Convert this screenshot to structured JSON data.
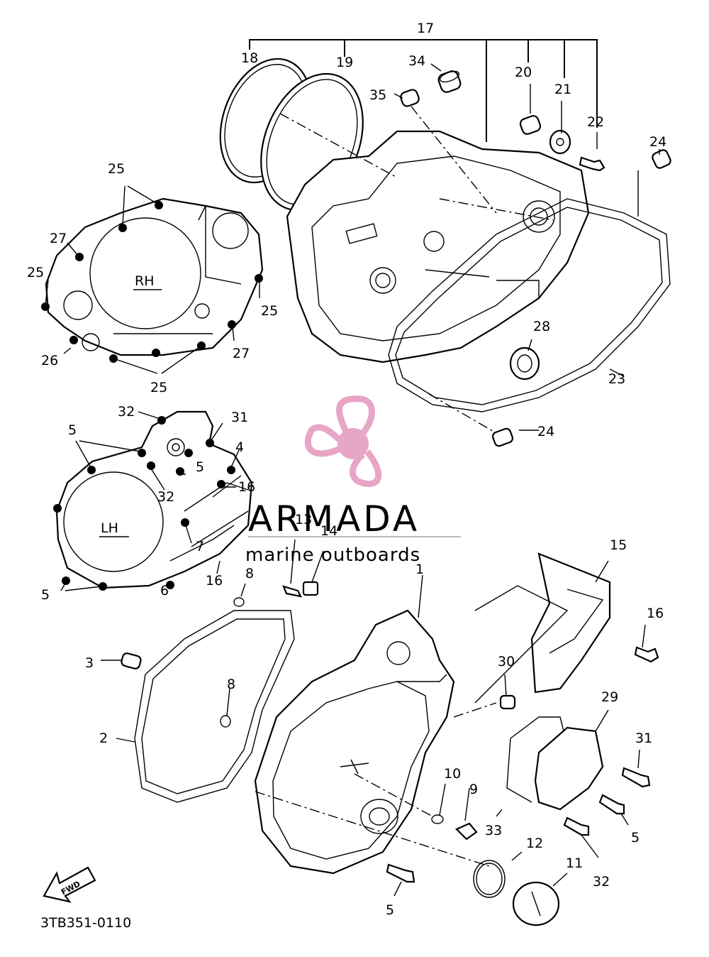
{
  "diagram_code": "3TB351-0110",
  "watermark": {
    "brand": "ARMADA",
    "tagline": "marine outboards",
    "logo": "propeller-logo",
    "color": "#e7a6c6"
  },
  "views": {
    "rh_label": "RH",
    "lh_label": "LH"
  },
  "fwd_label": "FWD",
  "callouts": {
    "c17": "17",
    "c18": "18",
    "c19": "19",
    "c34": "34",
    "c35": "35",
    "c20": "20",
    "c21": "21",
    "c22": "22",
    "c24a": "24",
    "c24b": "24",
    "c25a": "25",
    "c27a": "27",
    "c25b": "25",
    "c25c": "25",
    "c26": "26",
    "c27b": "27",
    "c25d": "25",
    "c28": "28",
    "c23": "23",
    "c32a": "32",
    "c31a": "31",
    "c5a": "5",
    "c4": "4",
    "c5b": "5",
    "c16a": "16",
    "c32b": "32",
    "c7": "7",
    "c5c": "5",
    "c6": "6",
    "c16b": "16",
    "c8a": "8",
    "c13": "13",
    "c14": "14",
    "c1": "1",
    "c15": "15",
    "c16c": "16",
    "c3": "3",
    "c8b": "8",
    "c30": "30",
    "c29": "29",
    "c2": "2",
    "c31b": "31",
    "c10": "10",
    "c9": "9",
    "c33": "33",
    "c5d": "5",
    "c12": "12",
    "c11": "11",
    "c32c": "32",
    "c5e": "5"
  }
}
